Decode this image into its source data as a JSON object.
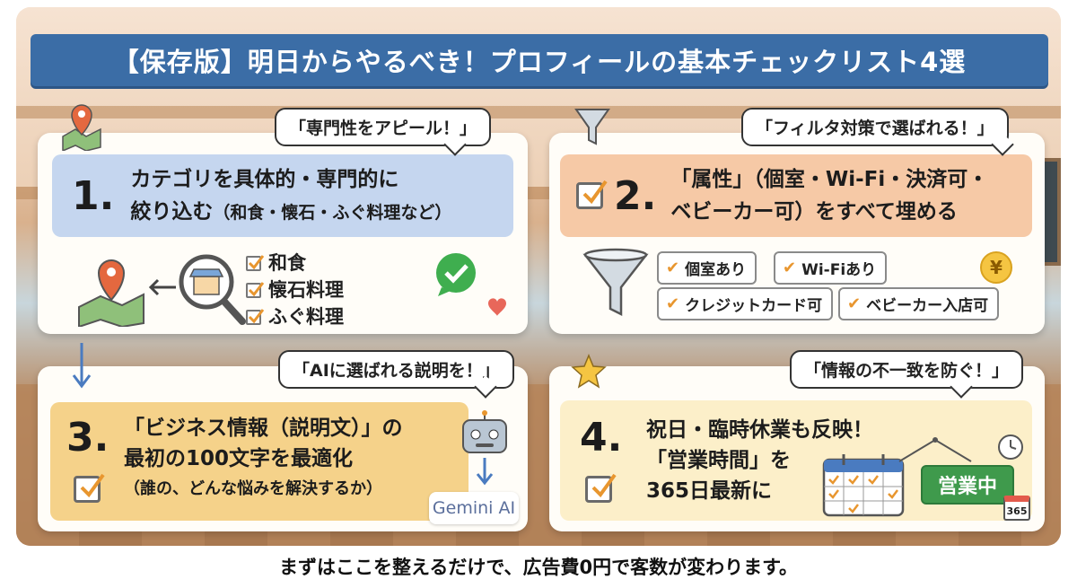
{
  "title": "【保存版】明日からやるべき！プロフィールの基本チェックリスト4選",
  "cards": [
    {
      "number": "1.",
      "bubble": "「専門性をアピール！」",
      "heading_line1": "カテゴリを具体的・専門的に",
      "heading_line2_main": "絞り込む",
      "heading_line2_note": "（和食・懐石・ふぐ料理など）",
      "items": [
        "和食",
        "懐石料理",
        "ふぐ料理"
      ]
    },
    {
      "number": "2.",
      "bubble": "「フィルタ対策で選ばれる！」",
      "heading_line1": "「属性」（個室・Wi-Fi・決済可・",
      "heading_line2": "ベビーカー可）をすべて埋める",
      "tags": [
        "個室あり",
        "Wi-Fiあり",
        "クレジットカード可",
        "ベビーカー入店可"
      ],
      "coin": "¥"
    },
    {
      "number": "3.",
      "bubble": "「AIに選ばれる説明を！」",
      "heading_line1": "「ビジネス情報（説明文）」の",
      "heading_line2": "最初の100文字を最適化",
      "heading_line3": "（誰の、どんな悩みを解決するか）",
      "badge": "Gemini AI"
    },
    {
      "number": "4.",
      "bubble": "「情報の不一致を防ぐ！」",
      "heading_line1": "祝日・臨時休業も反映！",
      "heading_line2": "「営業時間」を",
      "heading_line3": "365日最新に",
      "sign": "営業中",
      "calendar_label": "365"
    }
  ],
  "footer": "まずはここを整えるだけで、広告費0円で客数が変わります。",
  "colors": {
    "title_bg": "#3b6da6",
    "card1_band": "#c5d6ef",
    "card2_band": "#f6c9a6",
    "card3_band": "#f5d28a",
    "card4_band": "#fcefc9",
    "check_orange": "#e8962f",
    "sign_green": "#3f9a4c"
  }
}
